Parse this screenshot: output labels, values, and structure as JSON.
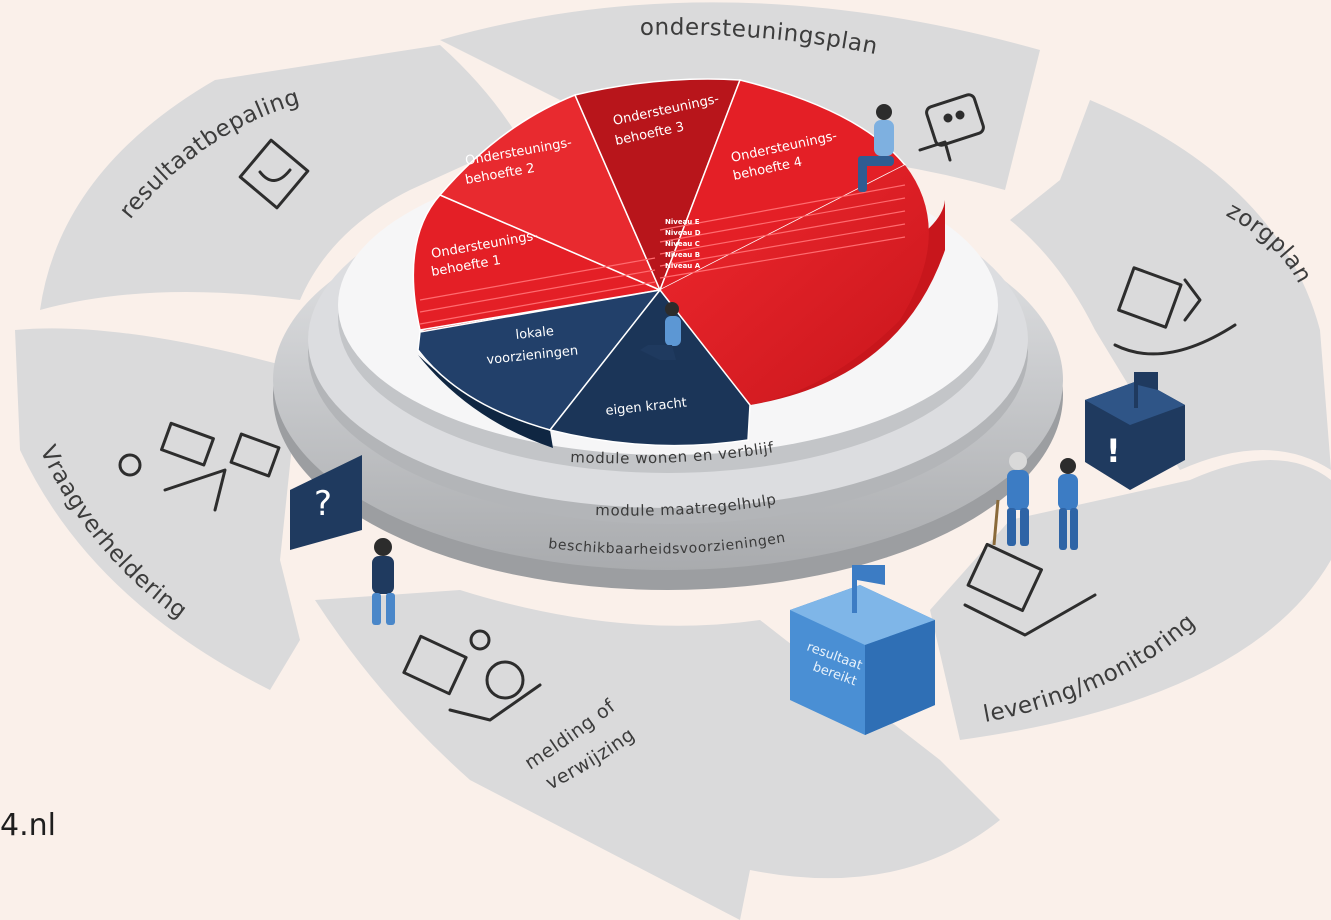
{
  "cycle_steps": {
    "ondersteuningsplan": "ondersteuningsplan",
    "zorgplan": "zorgplan",
    "levering_monitoring": "levering/monitoring",
    "melding_of": "melding of",
    "verwijzing": "verwijzing",
    "vraagverheldering": "Vraagverheldering",
    "resultaatbepaling": "resultaatbepaling"
  },
  "pie": {
    "segment_1_line1": "Ondersteunings-",
    "segment_1_line2": "behoefte 1",
    "segment_2_line1": "Ondersteunings-",
    "segment_2_line2": "behoefte 2",
    "segment_3_line1": "Ondersteunings-",
    "segment_3_line2": "behoefte 3",
    "segment_4_line1": "Ondersteunings-",
    "segment_4_line2": "behoefte 4",
    "lokale_line1": "lokale",
    "lokale_line2": "voorzieningen",
    "eigen_kracht": "eigen kracht",
    "niveaus": [
      "Niveau E",
      "Niveau D",
      "Niveau C",
      "Niveau B",
      "Niveau A"
    ]
  },
  "rings": {
    "wonen": "module wonen en verblijf",
    "maatregel": "module maatregelhulp",
    "beschikbaarheid": "beschikbaarheidsvoorzieningen"
  },
  "box_label_line1": "resultaat",
  "box_label_line2": "bereikt",
  "question_mark": "?",
  "exclamation_mark": "!",
  "site_fragment": "4.nl",
  "colors": {
    "background": "#faf0ea",
    "arrow_gray": "#d9d9d9",
    "red": "#e41f26",
    "red_dark": "#b5141a",
    "navy": "#1f3a5f",
    "light_blue": "#6aa6dc"
  }
}
